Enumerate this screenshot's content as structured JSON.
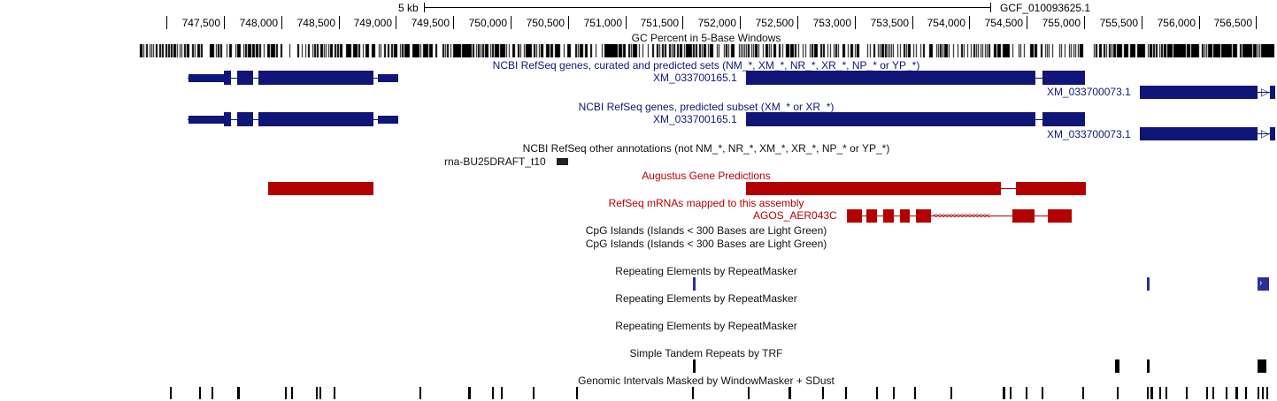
{
  "colors": {
    "refseq_blue": "#0f1677",
    "augustus_red": "#b30000",
    "repeat_blue": "#2b2f95",
    "black": "#000000"
  },
  "scale": {
    "label": "5 kb",
    "assembly": "GCF_010093625.1"
  },
  "ruler": {
    "ticks": [
      "747,500",
      "748,000",
      "748,500",
      "749,000",
      "749,500",
      "750,000",
      "750,500",
      "751,000",
      "751,500",
      "752,000",
      "752,500",
      "753,000",
      "753,500",
      "754,000",
      "754,500",
      "755,000",
      "755,500",
      "756,000",
      "756,500"
    ]
  },
  "tracks": {
    "gc_percent": {
      "title": "GC Percent in 5-Base Windows"
    },
    "refseq_all": {
      "title": "NCBI RefSeq genes, curated and predicted sets (NM_*, XM_*, NR_*, XR_*, NP_* or YP_*)",
      "items": [
        "XM_033700165.1",
        "XM_033700073.1"
      ]
    },
    "refseq_predicted": {
      "title": "NCBI RefSeq genes, predicted subset (XM_* or XR_*)",
      "items": [
        "XM_033700165.1",
        "XM_033700073.1"
      ]
    },
    "refseq_other": {
      "title": "NCBI RefSeq other annotations (not NM_*, NR_*, XM_*, XR_*, NP_* or YP_*)",
      "items": [
        "rna-BU25DRAFT_t10"
      ]
    },
    "augustus": {
      "title": "Augustus Gene Predictions"
    },
    "refseq_mrna": {
      "title": "RefSeq mRNAs mapped to this assembly",
      "items": [
        "AGOS_AER043C"
      ]
    },
    "cpg1": {
      "title": "CpG Islands (Islands < 300 Bases are Light Green)"
    },
    "cpg2": {
      "title": "CpG Islands (Islands < 300 Bases are Light Green)"
    },
    "rmsk1": {
      "title": "Repeating Elements by RepeatMasker"
    },
    "rmsk2": {
      "title": "Repeating Elements by RepeatMasker"
    },
    "rmsk3": {
      "title": "Repeating Elements by RepeatMasker"
    },
    "trf": {
      "title": "Simple Tandem Repeats by TRF"
    },
    "windowmasker": {
      "title": "Genomic Intervals Masked by WindowMasker + SDust"
    }
  }
}
